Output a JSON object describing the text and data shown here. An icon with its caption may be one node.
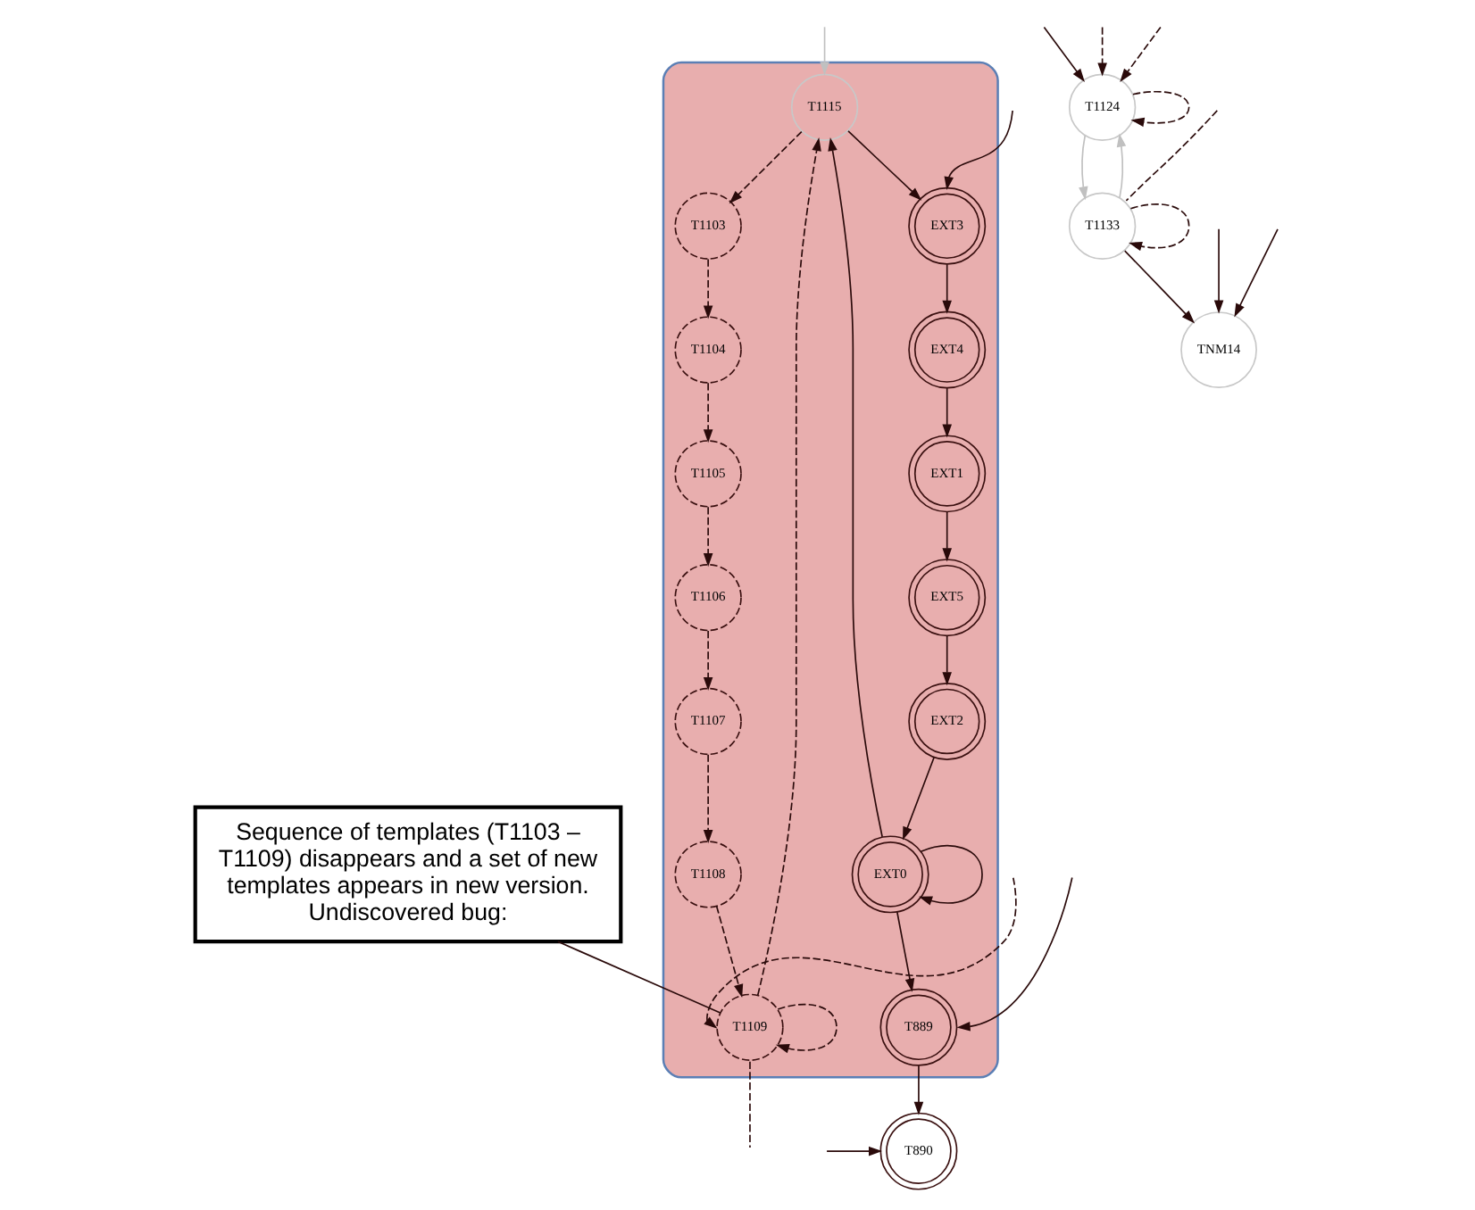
{
  "diagram": {
    "nodes": [
      {
        "text": [],
        "shape": "box"
      },
      {
        "text": [
          "T1115"
        ],
        "in": 0
      },
      {
        "text": [
          "EXT3"
        ],
        "in": 0
      },
      {
        "text": [
          "T1103"
        ],
        "in": 0
      },
      {
        "text": [
          "EXT4"
        ],
        "in": 0
      },
      {
        "text": [
          "T1104"
        ],
        "in": 0
      },
      {
        "text": [
          "EXT1"
        ],
        "in": 0
      },
      {
        "text": [
          "T1105"
        ],
        "in": 0
      },
      {
        "text": [
          "EXT5"
        ],
        "in": 0
      },
      {
        "text": [
          "T1106"
        ],
        "in": 0
      },
      {
        "text": [
          "EXT2"
        ],
        "in": 0
      },
      {
        "text": [
          "T1107"
        ],
        "in": 0
      },
      {
        "text": [
          "EXT0"
        ],
        "in": 0
      },
      {
        "text": [
          "T1108"
        ],
        "in": 0
      },
      {
        "text": [
          "T889"
        ],
        "in": 0
      },
      {
        "text": [
          "T1109"
        ],
        "in": 0
      },
      {
        "text": [
          "T1124"
        ]
      },
      {
        "text": [
          "T1133"
        ]
      },
      {
        "text": [
          "TNM14"
        ]
      },
      {
        "text": [
          "T890"
        ]
      },
      {
        "text": [
          "Sequence of templates (T1103 – T1109) disappears and a set of new templates appears in new version. Undiscovered bug:"
        ]
      }
    ],
    "edges": [
      {
        "from": null,
        "to": 1,
        "arrow": "to",
        "color": "#c0c0c0"
      },
      {
        "from": null,
        "to": 2,
        "arrow": "to"
      },
      {
        "from": 1,
        "to": 2,
        "arrow": "to"
      },
      {
        "from": 2,
        "to": 4,
        "arrow": "to"
      },
      {
        "from": 4,
        "to": 6,
        "arrow": "to"
      },
      {
        "from": 6,
        "to": 8,
        "arrow": "to"
      },
      {
        "from": 8,
        "to": 10,
        "arrow": "to"
      },
      {
        "from": 10,
        "to": 12,
        "arrow": "to"
      },
      {
        "from": 12,
        "to": 12,
        "arrow": "to"
      },
      {
        "from": 12,
        "to": 1,
        "arrow": "to"
      },
      {
        "from": 12,
        "to": 14,
        "arrow": "to"
      },
      {
        "from": 1,
        "to": 3,
        "arrow": "to",
        "style": "dashed"
      },
      {
        "from": 3,
        "to": 5,
        "arrow": "to",
        "style": "dashed"
      },
      {
        "from": 5,
        "to": 7,
        "arrow": "to",
        "style": "dashed"
      },
      {
        "from": 7,
        "to": 9,
        "arrow": "to",
        "style": "dashed"
      },
      {
        "from": 9,
        "to": 11,
        "arrow": "to",
        "style": "dashed"
      },
      {
        "from": 11,
        "to": 13,
        "arrow": "to",
        "style": "dashed"
      },
      {
        "from": 13,
        "to": 15,
        "arrow": "to",
        "style": "dashed"
      },
      {
        "from": 15,
        "to": 1,
        "arrow": "to",
        "style": "dashed"
      },
      {
        "from": 15,
        "to": 15,
        "arrow": "to",
        "style": "dashed"
      },
      {
        "from": null,
        "to": 15,
        "arrow": "to",
        "style": "dashed"
      },
      {
        "from": 15,
        "to": null,
        "arrow": "none",
        "style": "dashed"
      },
      {
        "from": null,
        "to": 14,
        "arrow": "to"
      },
      {
        "from": 14,
        "to": 19,
        "arrow": "to"
      },
      {
        "from": null,
        "to": 19,
        "arrow": "to"
      },
      {
        "from": null,
        "to": 16,
        "arrow": "to"
      },
      {
        "from": null,
        "to": 16,
        "arrow": "to",
        "style": "dashed"
      },
      {
        "from": null,
        "to": 16,
        "arrow": "to",
        "style": "dashed"
      },
      {
        "from": 16,
        "to": 16,
        "arrow": "to",
        "style": "dashed"
      },
      {
        "from": 16,
        "to": 17,
        "arrow": "to",
        "color": "#c0c0c0"
      },
      {
        "from": 17,
        "to": 16,
        "arrow": "to",
        "color": "#c0c0c0"
      },
      {
        "from": null,
        "to": 17,
        "arrow": "none",
        "style": "dashed"
      },
      {
        "from": 17,
        "to": 17,
        "arrow": "to",
        "style": "dashed"
      },
      {
        "from": 17,
        "to": 18,
        "arrow": "to"
      },
      {
        "from": null,
        "to": 18,
        "arrow": "to"
      },
      {
        "from": null,
        "to": 18,
        "arrow": "to"
      },
      {
        "from": 20,
        "to": 15,
        "arrow": "none"
      }
    ]
  }
}
